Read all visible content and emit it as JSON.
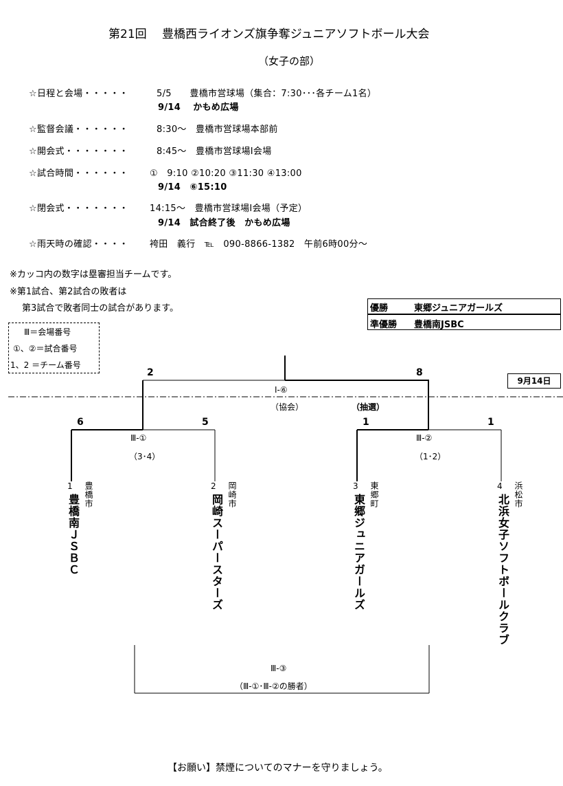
{
  "title": "第21回　 豊橋西ライオンズ旗争奪ジュニアソフトボール大会",
  "subtitle": "（女子の部）",
  "schedule": [
    {
      "label": "☆日程と会場・・・・・",
      "value": "5/5　　豊橋市営球場（集合：7:30･･･各チーム1名）"
    },
    {
      "line2": "9/14　 かもめ広場"
    },
    {
      "label": "☆監督会議・・・・・・",
      "value": "8:30～　豊橋市営球場本部前"
    },
    {
      "label": "☆開会式・・・・・・・",
      "value": "8:45～　豊橋市営球場Ⅰ会場"
    },
    {
      "label": "☆試合時間・・・・・・",
      "value": "①　9:10 ②10:20 ③11:30 ④13:00"
    },
    {
      "line2": "9/14　⑥15:10"
    },
    {
      "label": "☆閉会式・・・・・・・",
      "value": "14:15～　豊橋市営球場Ⅰ会場（予定）"
    },
    {
      "line2": "9/14　試合終了後　かもめ広場"
    },
    {
      "label": "☆雨天時の確認・・・・",
      "value": "袴田　義行　℡　090-8866-1382　午前6時00分～"
    }
  ],
  "notes": [
    "※カッコ内の数字は塁審担当チームです。",
    "※第1試合、第2試合の敗者は",
    "第3試合で敗者同士の試合があります。"
  ],
  "results": {
    "winner_label": "優勝",
    "winner": "東郷ジュニアガールズ",
    "runner_label": "準優勝",
    "runner": "豊橋南JSBC"
  },
  "legend": [
    "Ⅲ＝会場番号",
    "①、②＝試合番号",
    "1、2 ＝チーム番号"
  ],
  "date_box": "9月14日",
  "bracket": {
    "final_id": "Ⅰ-⑥",
    "final_umpire": "（協会）",
    "final_note": "（抽選）",
    "final_left_score": "2",
    "final_right_score": "8",
    "m1_id": "Ⅲ-①",
    "m1_umpire": "（3･4）",
    "m1_left_score": "6",
    "m1_right_score": "5",
    "m2_id": "Ⅲ-②",
    "m2_umpire": "（1･2）",
    "m2_left_score": "1",
    "m2_right_score": "1",
    "m3_id": "Ⅲ-③",
    "m3_desc": "（Ⅲ-①･Ⅲ-②の勝者）"
  },
  "teams": [
    {
      "no": "1",
      "city": "豊橋市",
      "name": "豊橋南ＪＳＢＣ"
    },
    {
      "no": "2",
      "city": "岡崎市",
      "name": "岡崎スーパースターズ"
    },
    {
      "no": "3",
      "city": "東郷町",
      "name": "東郷ジュニアガールズ"
    },
    {
      "no": "4",
      "city": "浜松市",
      "name": "北浜女子ソフトボールクラブ"
    }
  ],
  "footer": "【お願い】禁煙についてのマナーを守りましょう。"
}
